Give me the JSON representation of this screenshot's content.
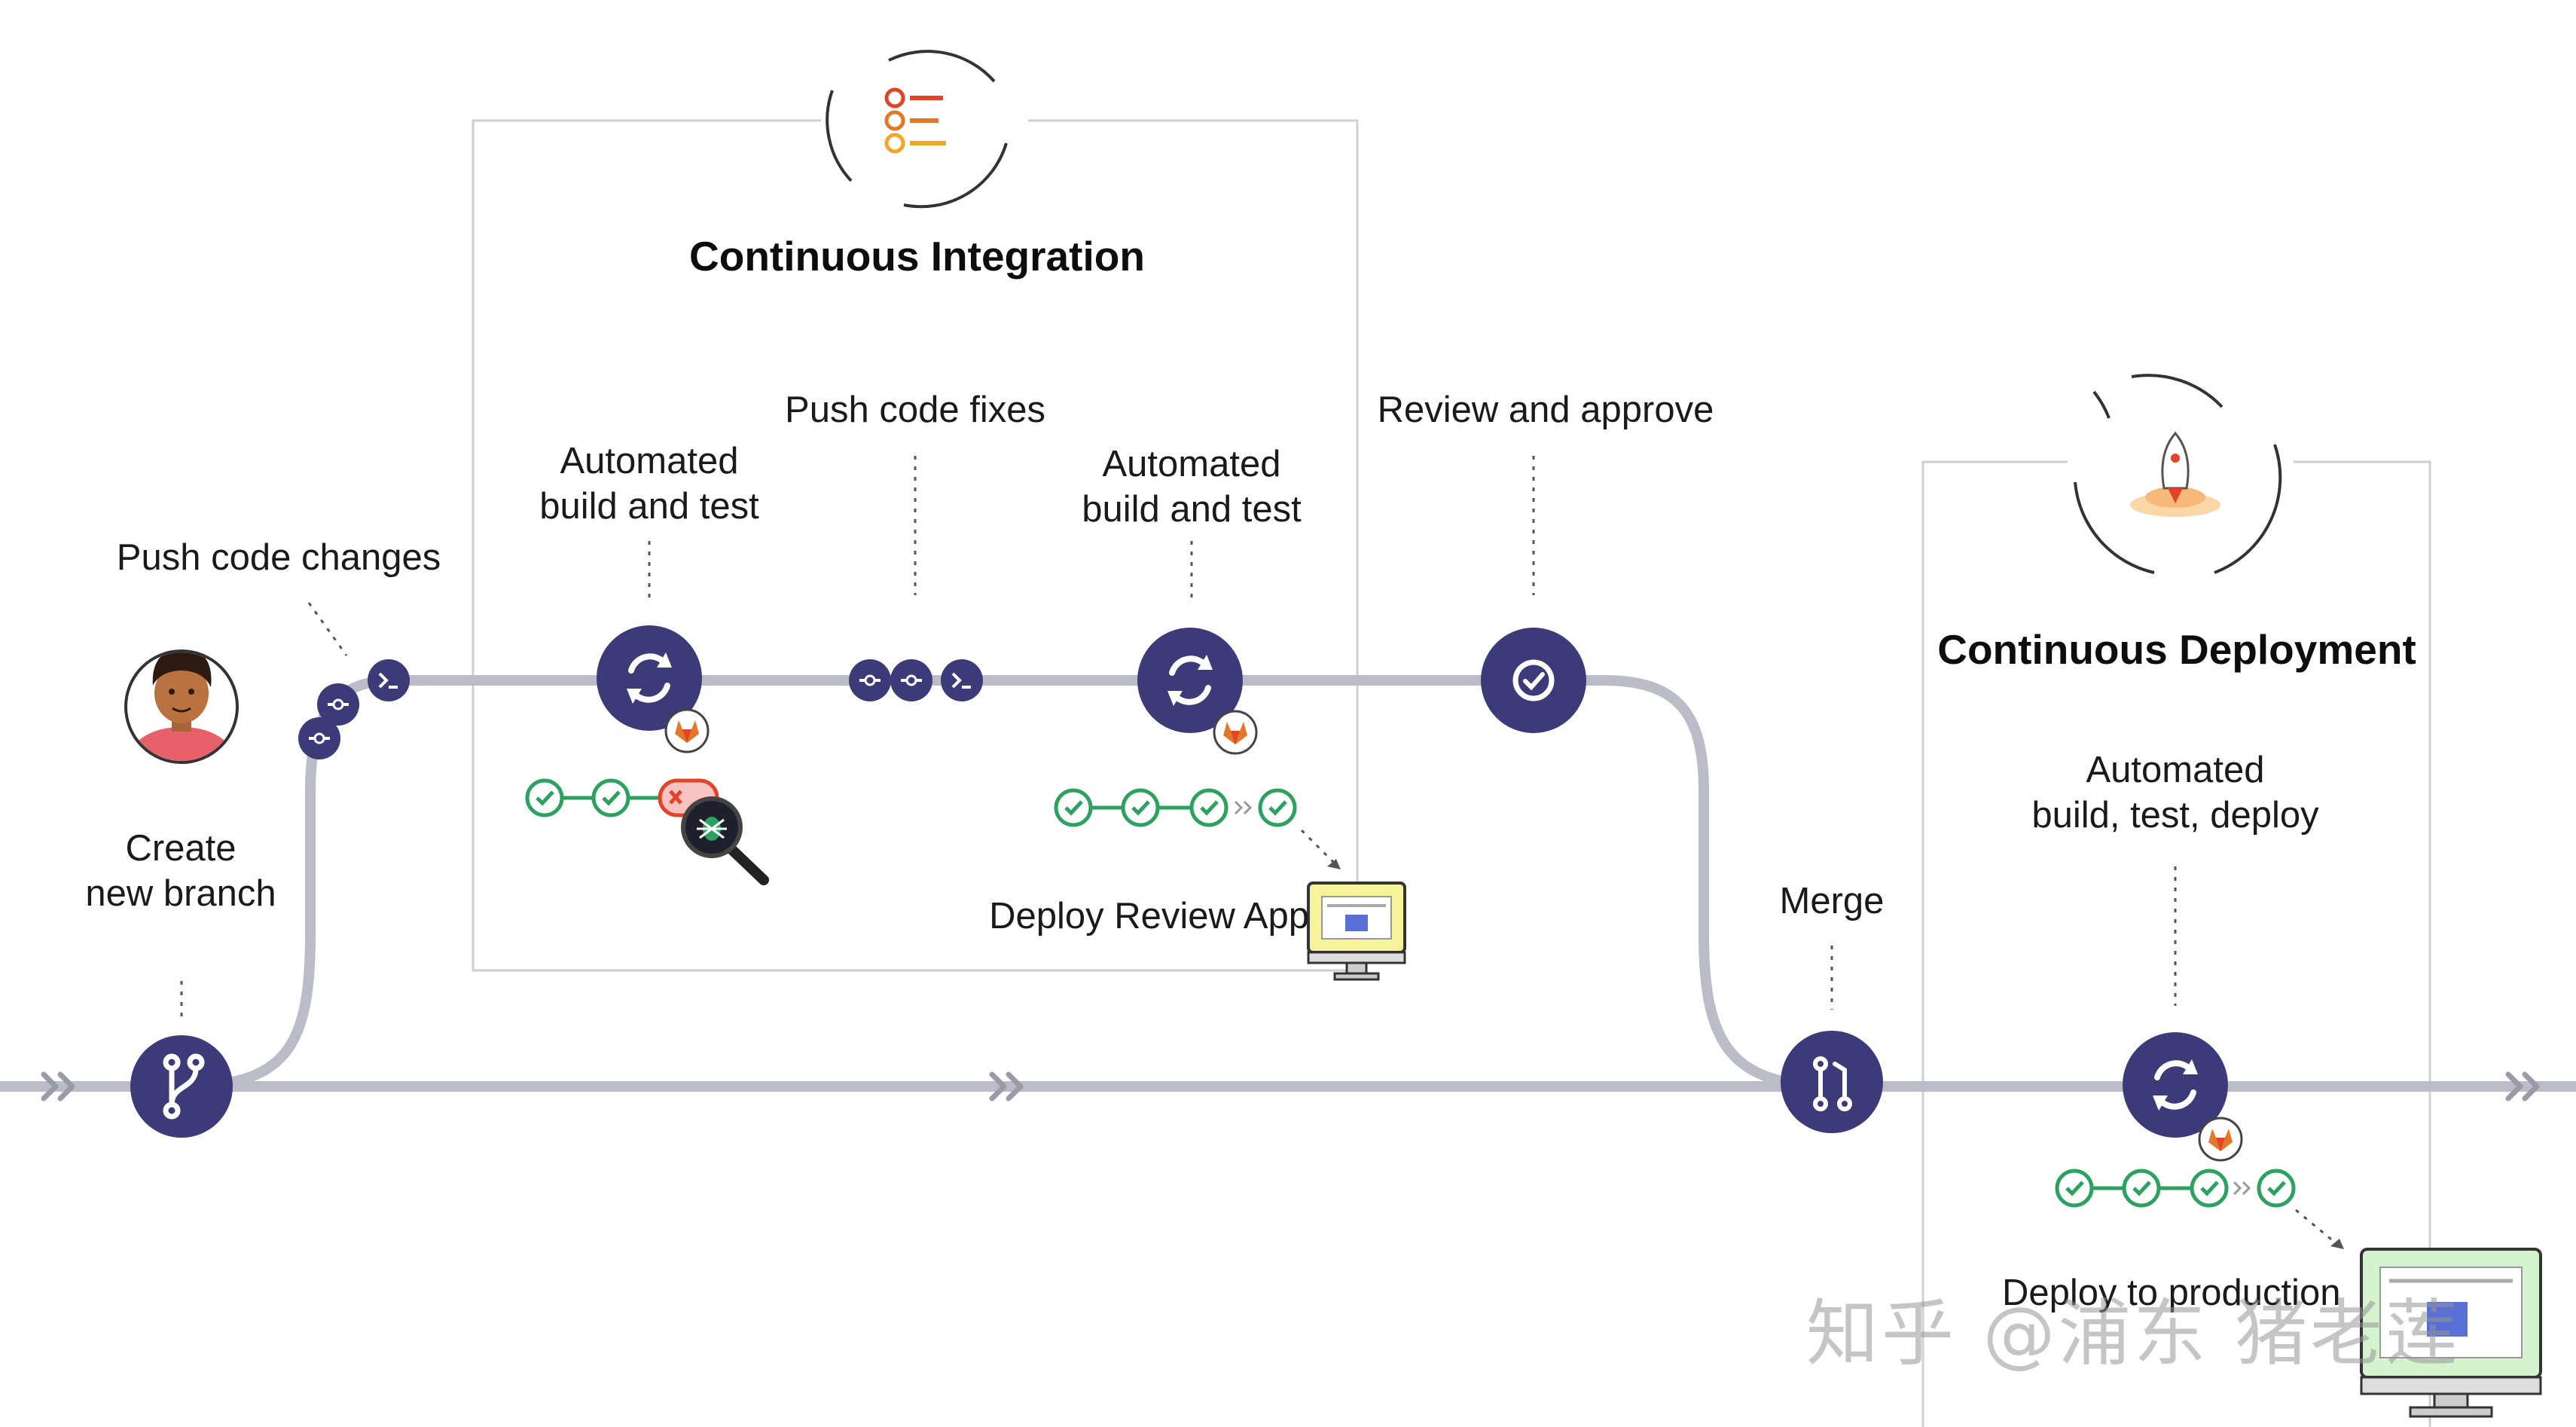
{
  "colors": {
    "node": "#3d3a79",
    "track": "#bcbcc8",
    "pass": "#2da160",
    "fail": "#e24329",
    "box_border": "#cfcfcf",
    "screen_yellow": "#f7f39a",
    "screen_green": "#d6f3d0"
  },
  "sections": {
    "ci_title": "Continuous Integration",
    "cd_title": "Continuous Deployment"
  },
  "labels": {
    "push_code_changes": "Push code changes",
    "create_branch_1": "Create",
    "create_branch_2": "new branch",
    "auto_build_1a": "Automated",
    "auto_build_1b": "build and test",
    "push_code_fixes": "Push code fixes",
    "auto_build_2a": "Automated",
    "auto_build_2b": "build and test",
    "review_approve": "Review and approve",
    "deploy_review_app": "Deploy Review App",
    "merge": "Merge",
    "auto_deploy_a": "Automated",
    "auto_deploy_b": "build, test, deploy",
    "deploy_production": "Deploy to production"
  },
  "watermark": {
    "text": "知乎 @浦东  猪老莲"
  },
  "icons": {
    "developer": "developer-avatar-icon",
    "branch": "git-branch-icon",
    "commit": "commit-icon",
    "terminal": "terminal-icon",
    "sync": "sync-icon",
    "check": "check-circle-icon",
    "merge": "merge-request-icon",
    "gitlab": "gitlab-fox-icon",
    "bug": "bug-magnifier-icon",
    "rocket": "rocket-icon",
    "checklist": "checklist-icon",
    "monitor": "monitor-icon"
  }
}
